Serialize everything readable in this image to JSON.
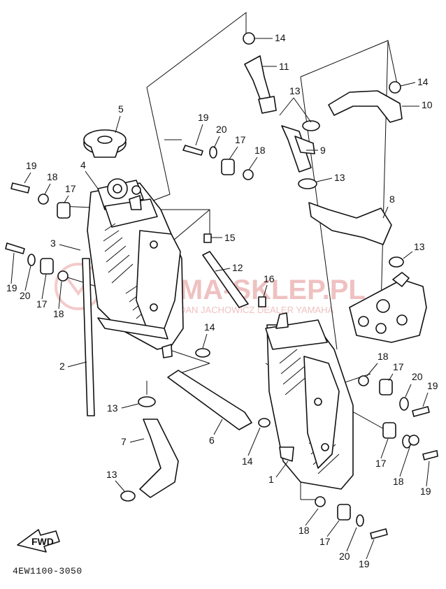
{
  "diagram_code": "4EW1100-3050",
  "direction_label": "FWD",
  "watermark": {
    "title": "YAMA-SKLEP.PL",
    "subtitle": "JORDAN JACHOWICZ   DEALER YAMAHA"
  },
  "callout_numbers": {
    "n1": "1",
    "n2": "2",
    "n3": "3",
    "n4": "4",
    "n5": "5",
    "n6": "6",
    "n7": "7",
    "n8": "8",
    "n9": "9",
    "n10": "10",
    "n11": "11",
    "n12": "12",
    "n13": "13",
    "n14": "14",
    "n15": "15",
    "n16": "16",
    "n17": "17",
    "n18": "18",
    "n19": "19",
    "n20": "20"
  }
}
